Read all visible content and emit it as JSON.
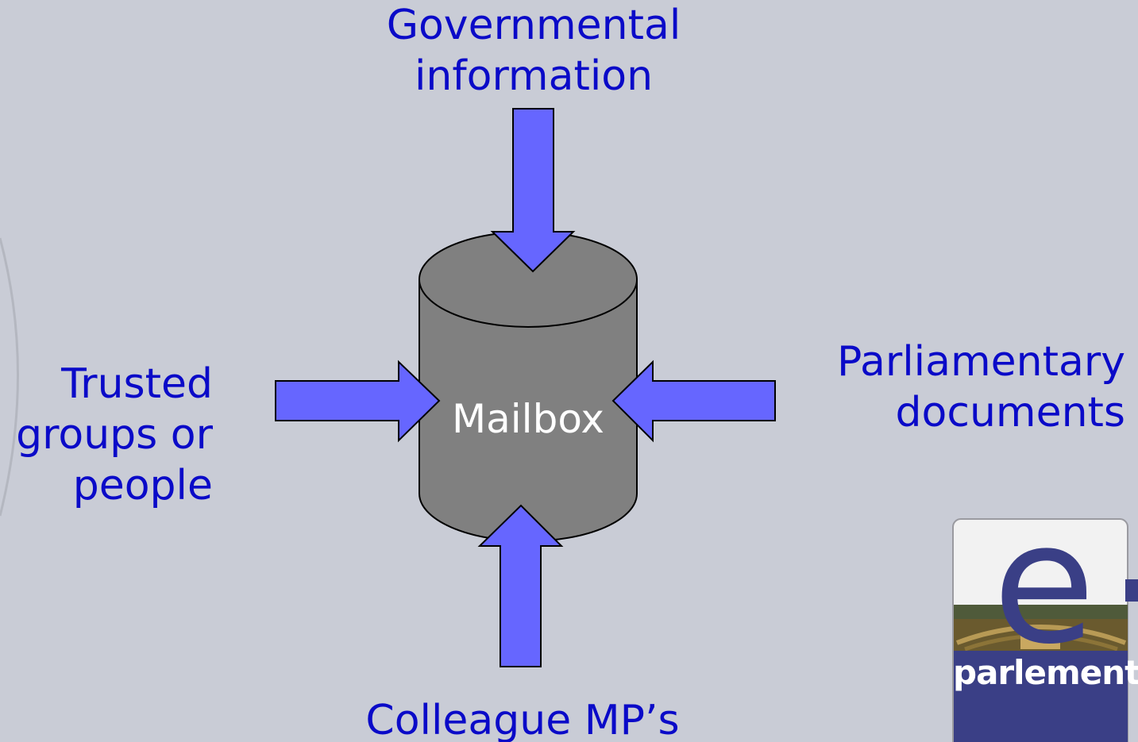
{
  "diagram": {
    "center": {
      "label": "Mailbox"
    },
    "sources": {
      "top": {
        "lines": [
          "Governmental",
          "information"
        ]
      },
      "left": {
        "lines": [
          "Trusted",
          "groups or",
          "people"
        ]
      },
      "right": {
        "lines": [
          "Parliamentary",
          "documents"
        ]
      },
      "bottom": {
        "lines": [
          "Colleague MP’s"
        ]
      }
    }
  },
  "logo": {
    "letter": "e",
    "word": "parlement"
  },
  "colors": {
    "background": "#c9ccd6",
    "label_text": "#0a0ac8",
    "arrow_fill": "#6666ff",
    "cylinder_fill": "#808080",
    "logo_blue": "#3a3f86"
  }
}
